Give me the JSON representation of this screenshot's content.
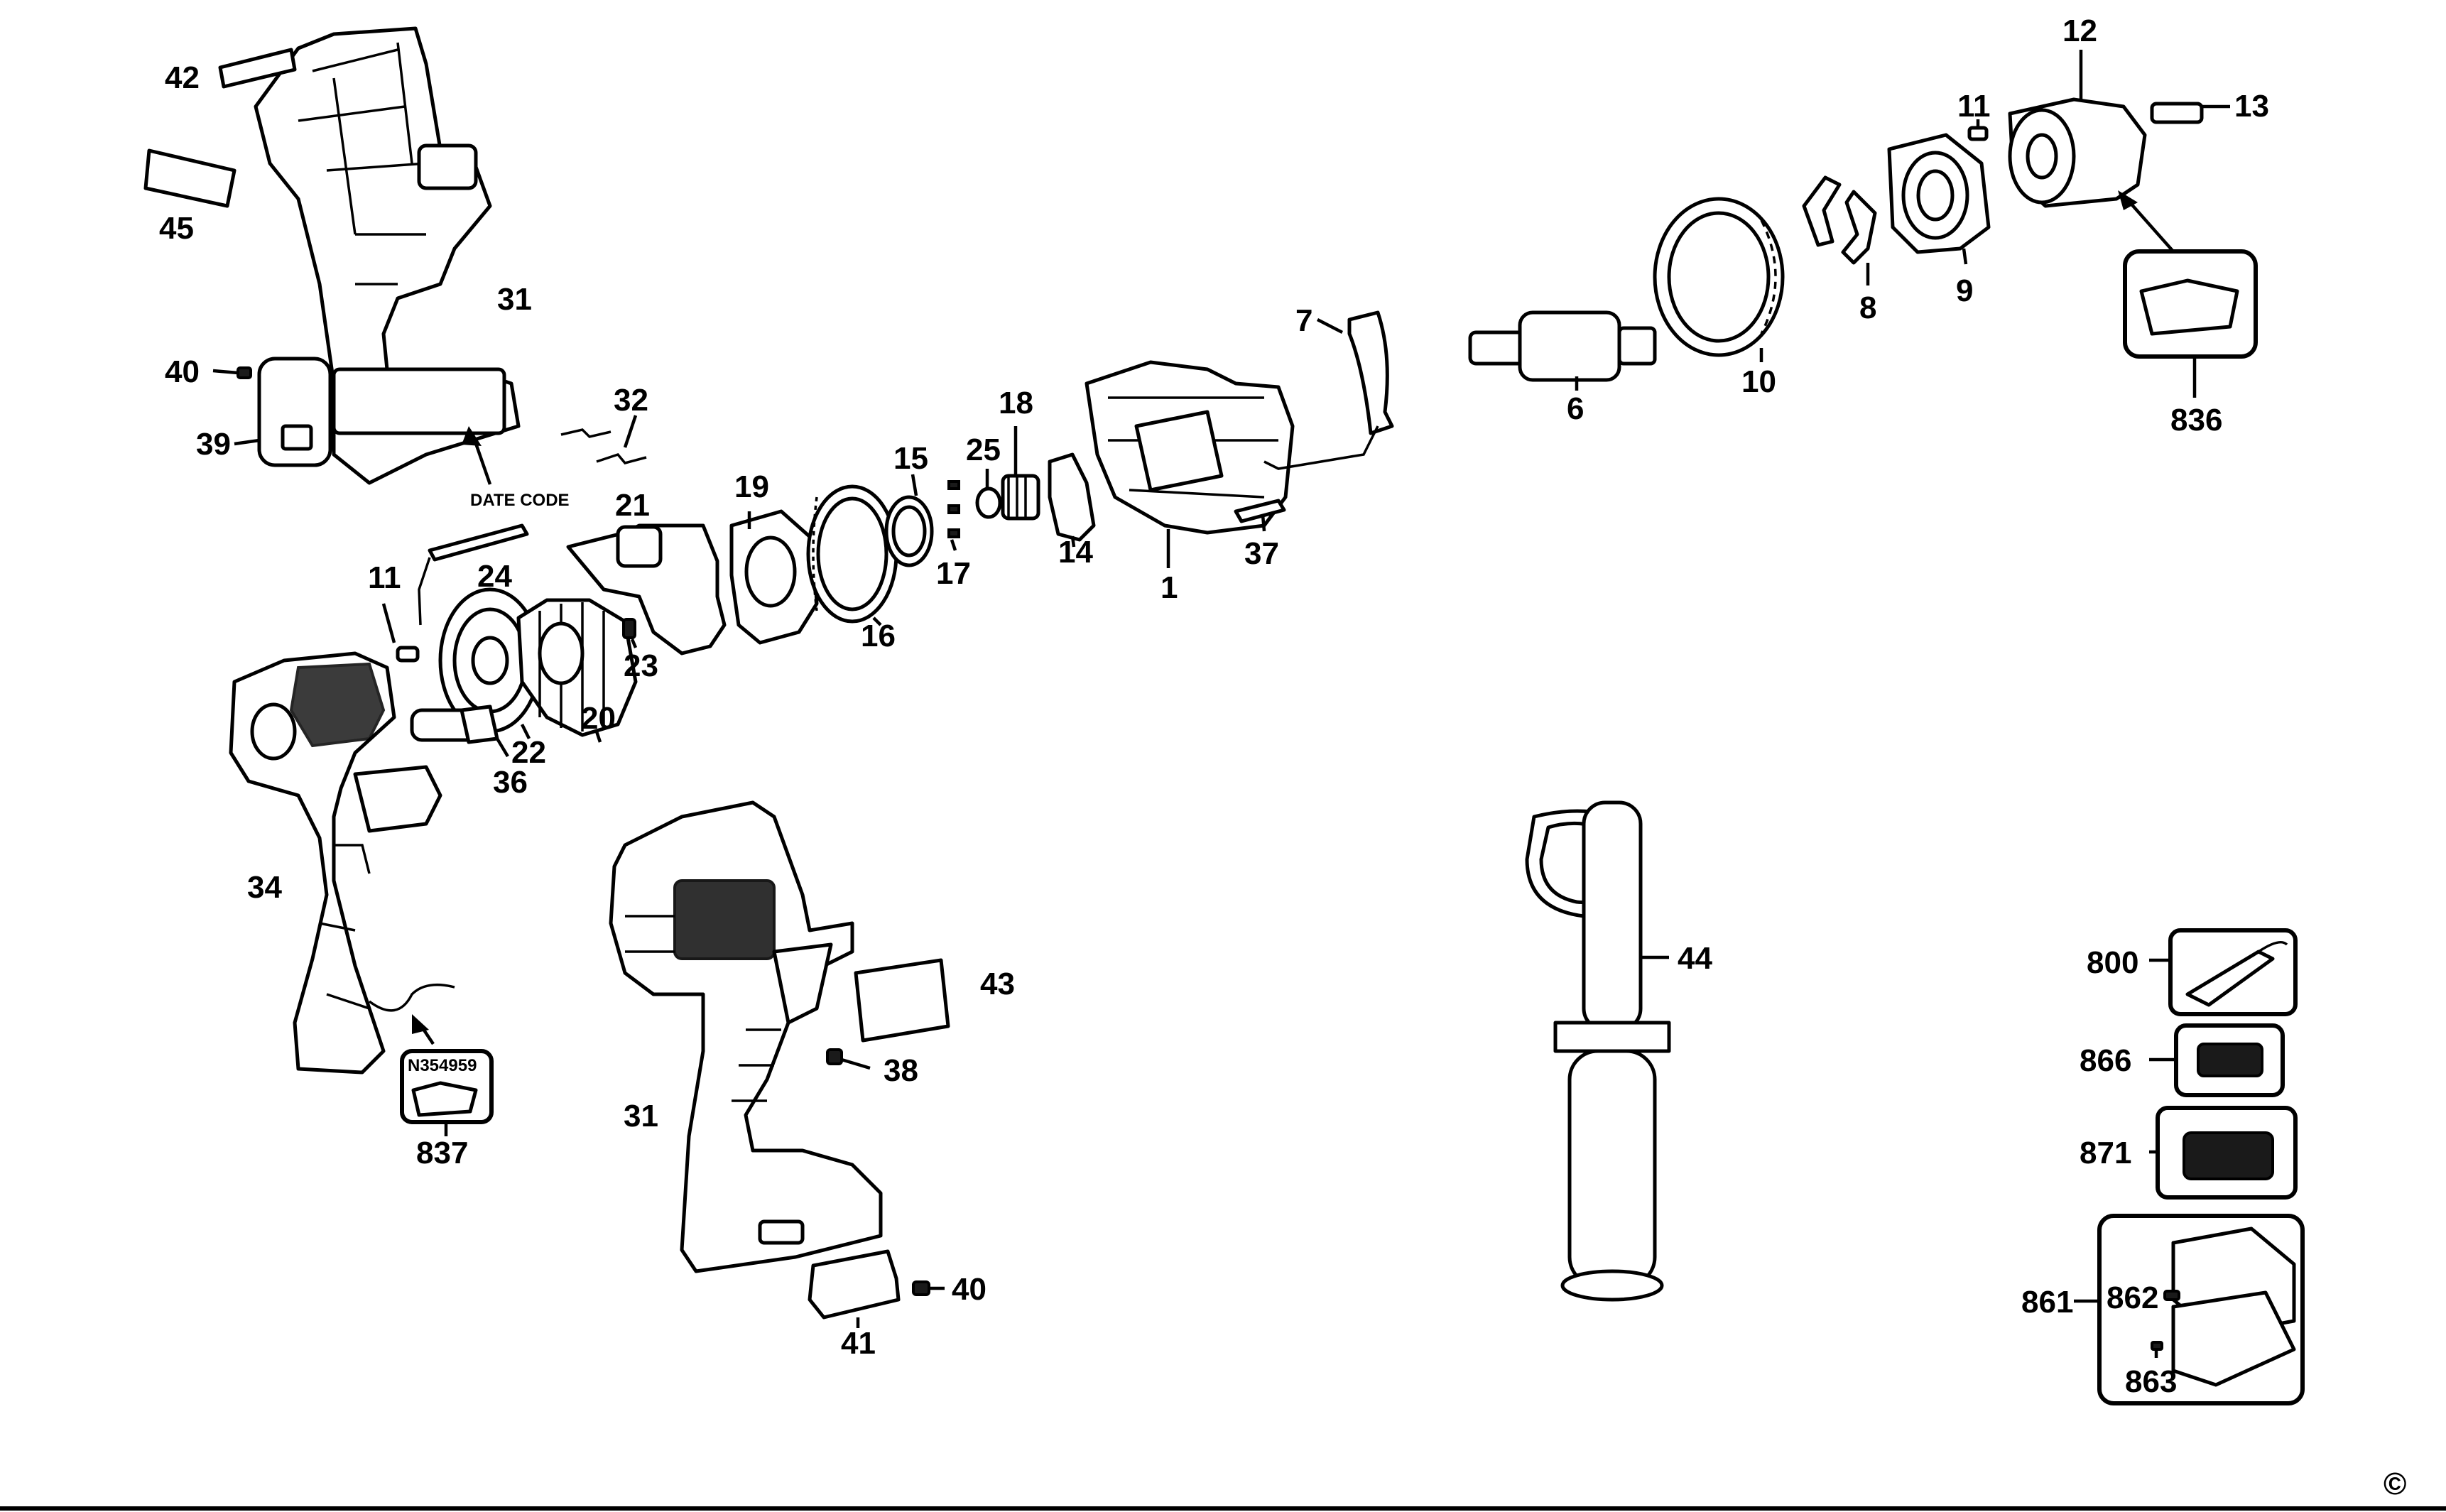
{
  "diagram": {
    "callouts": {
      "c42": "42",
      "c45": "45",
      "c31a": "31",
      "c40a": "40",
      "c39": "39",
      "c32": "32",
      "c21": "21",
      "c24": "24",
      "c11a": "11",
      "c23": "23",
      "c22": "22",
      "c20": "20",
      "c36": "36",
      "c19": "19",
      "c16": "16",
      "c15": "15",
      "c25": "25",
      "c18": "18",
      "c17": "17",
      "c14": "14",
      "c1": "1",
      "c37": "37",
      "c7": "7",
      "c6": "6",
      "c10": "10",
      "c8": "8",
      "c9": "9",
      "c11b": "11",
      "c12": "12",
      "c13": "13",
      "c836": "836",
      "c34": "34",
      "c837": "837",
      "c31b": "31",
      "c38": "38",
      "c43": "43",
      "c40b": "40",
      "c41": "41",
      "c44": "44",
      "c800": "800",
      "c866": "866",
      "c871": "871",
      "c861": "861",
      "c862": "862",
      "c863": "863"
    },
    "date_code": "DATE CODE",
    "label_code": "N354959",
    "copyright": "©"
  }
}
